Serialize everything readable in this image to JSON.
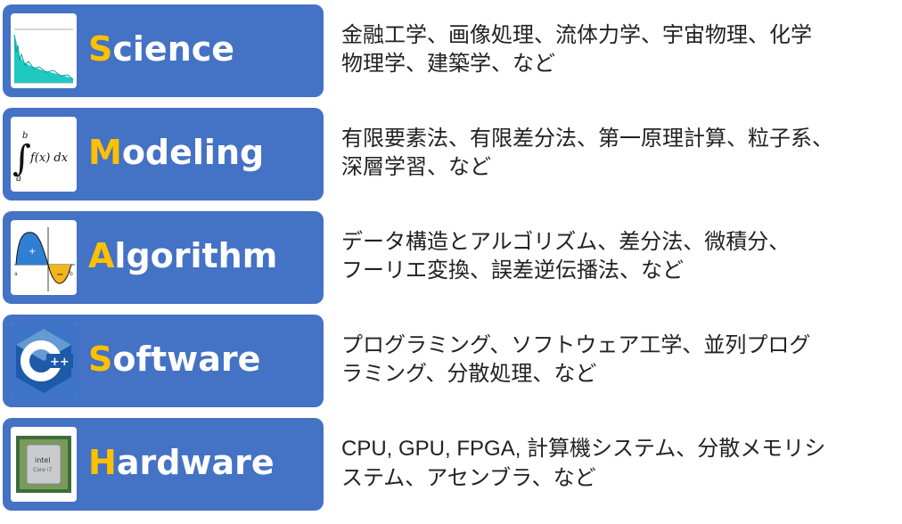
{
  "colors": {
    "card": "#4472c4",
    "title": "#ffffff",
    "initial": "#ffc000",
    "text": "#222222"
  },
  "rows": [
    {
      "initial": "S",
      "rest": "cience",
      "icon": "waveform-plot-icon",
      "line1": "金融工学、画像処理、流体力学、宇宙物理、化学",
      "line2": "物理学、建築学、など"
    },
    {
      "initial": "M",
      "rest": "odeling",
      "icon": "integral-formula-icon",
      "line1": "有限要素法、有限差分法、第一原理計算、粒子系、",
      "line2": "深層学習、など"
    },
    {
      "initial": "A",
      "rest": "lgorithm",
      "icon": "integral-area-graph-icon",
      "line1": "データ構造とアルゴリズム、差分法、微積分、",
      "line2": "フーリエ変換、誤差逆伝播法、など"
    },
    {
      "initial": "S",
      "rest": "oftware",
      "icon": "cpp-logo-icon",
      "line1": "プログラミング、ソフトウェア工学、並列プログ",
      "line2": "ラミング、分散処理、など"
    },
    {
      "initial": "H",
      "rest": "ardware",
      "icon": "cpu-chip-icon",
      "line1_latin": "CPU, GPU, FPGA, ",
      "line1": "計算機システム、分散メモリシ",
      "line2": "ステム、アセンブラ、など"
    }
  ]
}
